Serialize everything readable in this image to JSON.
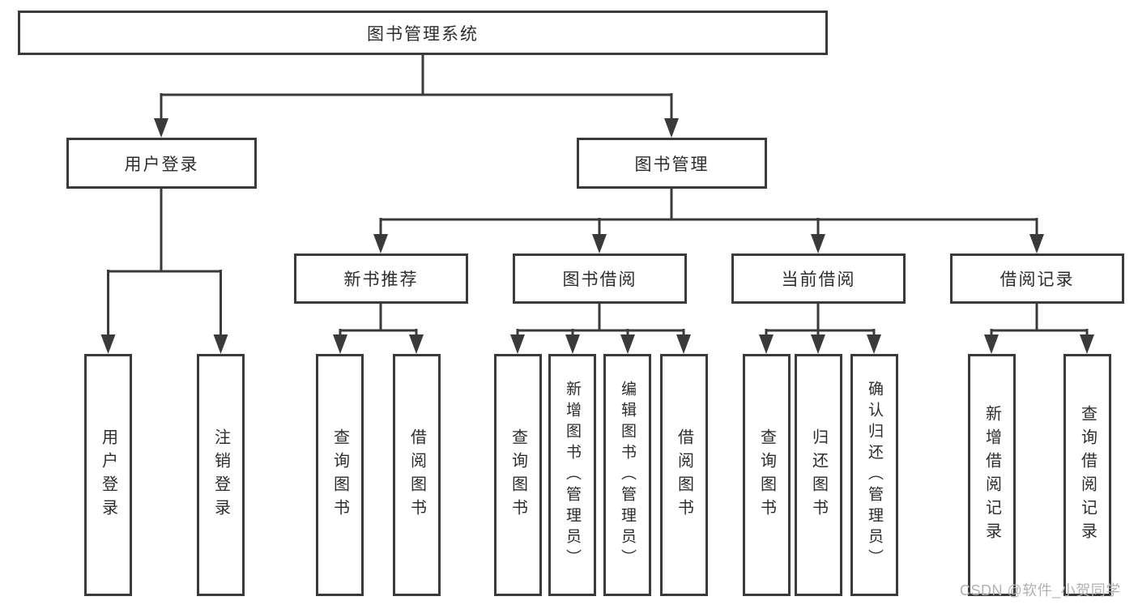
{
  "diagram": {
    "root": "图书管理系统",
    "branches": [
      {
        "label": "用户登录",
        "children": [
          "用户登录",
          "注销登录"
        ]
      },
      {
        "label": "图书管理",
        "children": [
          {
            "label": "新书推荐",
            "children": [
              "查询图书",
              "借阅图书"
            ]
          },
          {
            "label": "图书借阅",
            "children": [
              "查询图书",
              "新增图书（管理员）",
              "编辑图书（管理员）",
              "借阅图书"
            ]
          },
          {
            "label": "当前借阅",
            "children": [
              "查询图书",
              "归还图书",
              "确认归还（管理员）"
            ]
          },
          {
            "label": "借阅记录",
            "children": [
              "新增借阅记录",
              "查询借阅记录"
            ]
          }
        ]
      }
    ]
  },
  "watermark": "CSDN @软件_小贺同学",
  "colors": {
    "line": "#3a3a3a",
    "text": "#2d2d2d",
    "box_background": "#ffffff",
    "watermark": "#b2b2b2",
    "page_background": "#ffffff"
  }
}
